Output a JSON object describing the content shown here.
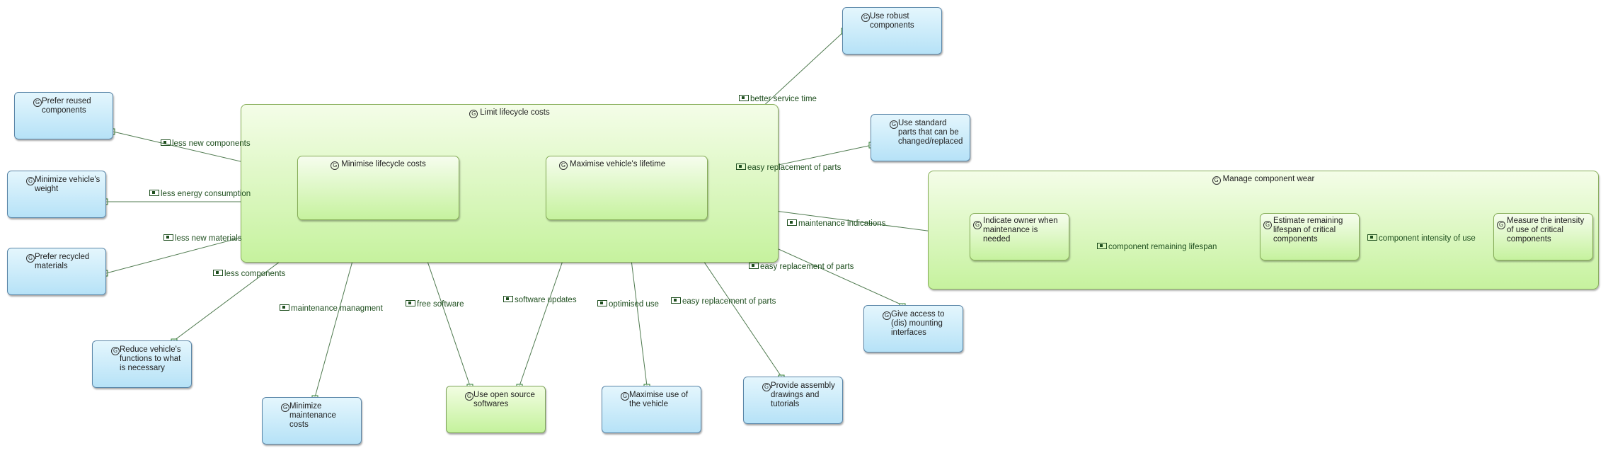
{
  "containers": {
    "limit_lifecycle": "Limit lifecycle costs",
    "manage_wear": "Manage component wear"
  },
  "goals": {
    "minimise_lifecycle": "Minimise lifecycle costs",
    "maximise_lifetime": "Maximise vehicle's lifetime",
    "indicate_owner": "Indicate owner when maintenance is needed",
    "estimate_lifespan": "Estimate remaining lifespan of critical components",
    "measure_intensity": "Measure the intensity of use of critical components"
  },
  "nodes": {
    "prefer_reused": "Prefer reused components",
    "minimize_weight": "Minimize vehicle's weight",
    "prefer_recycled": "Prefer recycled materials",
    "reduce_functions": "Reduce vehicle's functions to what is necessary",
    "minimize_maintenance": "Minimize maintenance costs",
    "open_source": "Use open source softwares",
    "maximise_use": "Maximise use of the vehicle",
    "assembly_drawings": "Provide assembly drawings and tutorials",
    "give_access": "Give access to (dis) mounting interfaces",
    "robust_components": "Use robust components",
    "standard_parts": "Use standard parts that can be changed/replaced"
  },
  "edge_labels": {
    "less_new_components": "less new components",
    "less_energy": "less energy consumption",
    "less_new_materials": "less new materials",
    "less_components": "less components",
    "maintenance_managment": "maintenance managment",
    "free_software": "free software",
    "software_updates": "software updates",
    "optimised_use": "optimised use",
    "easy_replacement_1": "easy replacement of parts",
    "better_service": "better service time",
    "easy_replacement_2": "easy replacement of parts",
    "maintenance_indications": "maintenance indications",
    "easy_replacement_3": "easy replacement of parts",
    "component_remaining": "component remaining lifespan",
    "component_intensity": "component intensity of use"
  },
  "colors": {
    "line": "#4f7a4f",
    "port_red": "#d9402b",
    "port_green": "#2e7d32",
    "node_blue": "#c8ecfb",
    "node_green": "#d6f7b4"
  }
}
